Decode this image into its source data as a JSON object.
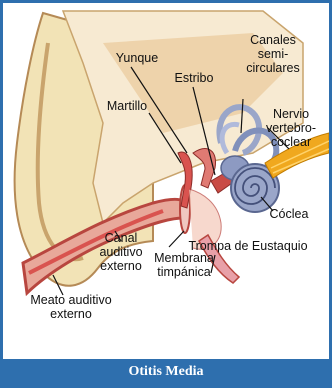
{
  "caption": "Otitis Media",
  "labels": {
    "canales": "Canales\nsemi-\ncirculares",
    "yunque": "Yunque",
    "estribo": "Estribo",
    "martillo": "Martillo",
    "nervio": "Nervio\nvertebro-\ncoclear",
    "coclea": "Cóclea",
    "trompa": "Trompa de Eustaquio",
    "canal": "Canal\nauditivo\nexterno",
    "membrana": "Membrana\ntimpánica",
    "meato": "Meato auditivo\nexterno"
  },
  "colors": {
    "border": "#2e6fae",
    "skin": "#f2e3b6",
    "skin_dark": "#d9b585",
    "canal": "#d9534f",
    "bone": "#f7ead2",
    "cochlea": "#9aa6c9",
    "nerve": "#f0a81e"
  }
}
